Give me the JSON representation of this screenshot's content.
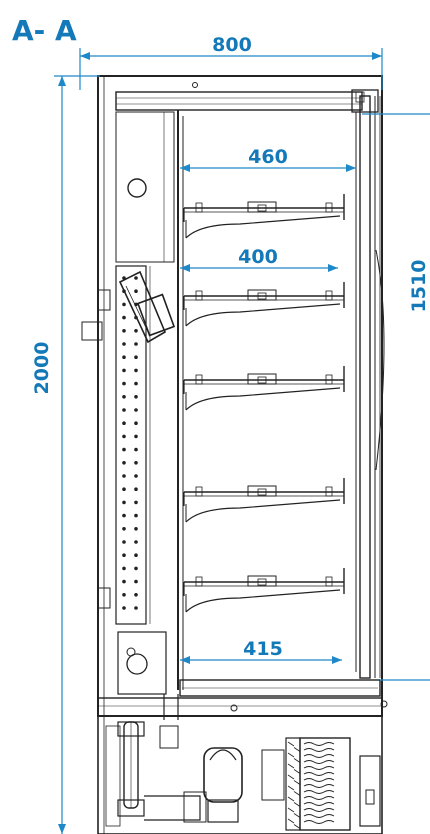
{
  "section_label": "A- A",
  "dimensions": {
    "total_width": "800",
    "total_height": "2000",
    "door_height": "1510",
    "shelf_depth_top": "460",
    "shelf_depth_second": "400",
    "base_shelf_depth": "415"
  },
  "colors": {
    "dimension": "#1e88c8",
    "linework": "#222222"
  }
}
